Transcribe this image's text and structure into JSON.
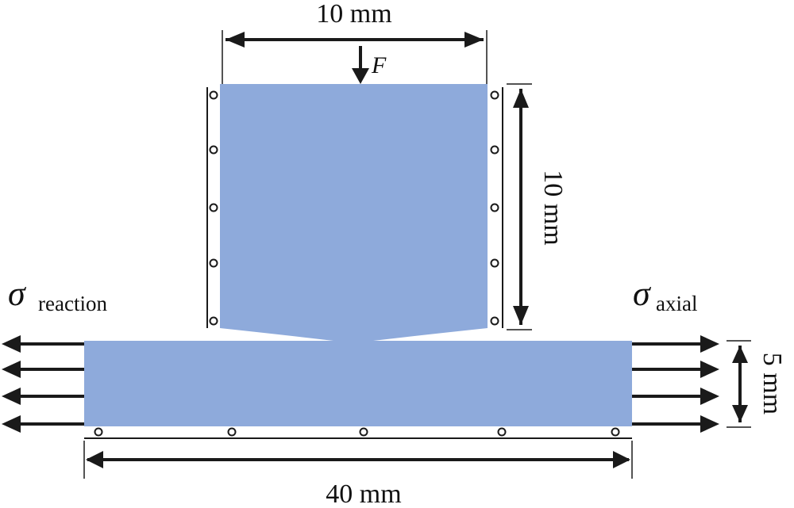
{
  "colors": {
    "body_fill": "#8eaadb",
    "line": "#1a1a1a",
    "background": "#ffffff"
  },
  "dimensions": {
    "top_width": "10 mm",
    "top_height": "10 mm",
    "base_thickness": "5 mm",
    "base_length": "40 mm"
  },
  "loads": {
    "force": "F",
    "left_stress_symbol": "σ",
    "left_stress_subscript": "reaction",
    "right_stress_symbol": "σ",
    "right_stress_subscript": "axial"
  },
  "supports": {
    "left_rollers": 5,
    "right_rollers": 5,
    "bottom_rollers": 5
  },
  "arrows": {
    "left_count": 4,
    "right_count": 4
  }
}
